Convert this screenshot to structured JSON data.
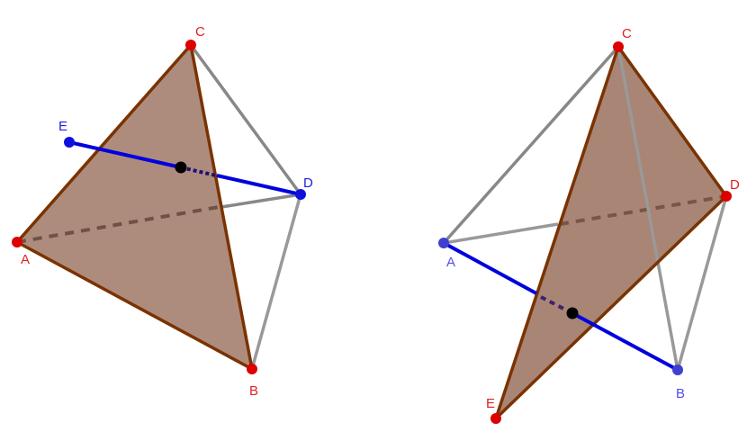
{
  "colors": {
    "face_fill": "#a07866",
    "face_edge": "#7a3300",
    "gray_edge": "#888888",
    "blue_segment": "#0000dd",
    "red_point": "#dd0000",
    "blue_point": "#4040d0",
    "light_blue_point": "#5050e0",
    "intersection_point": "#000000"
  },
  "figures": [
    {
      "name": "left-tetrahedron",
      "labels": {
        "A": "A",
        "B": "B",
        "C": "C",
        "D": "D",
        "E": "E"
      }
    },
    {
      "name": "right-tetrahedron",
      "labels": {
        "A": "A",
        "B": "B",
        "C": "C",
        "D": "D",
        "E": "E"
      }
    }
  ]
}
